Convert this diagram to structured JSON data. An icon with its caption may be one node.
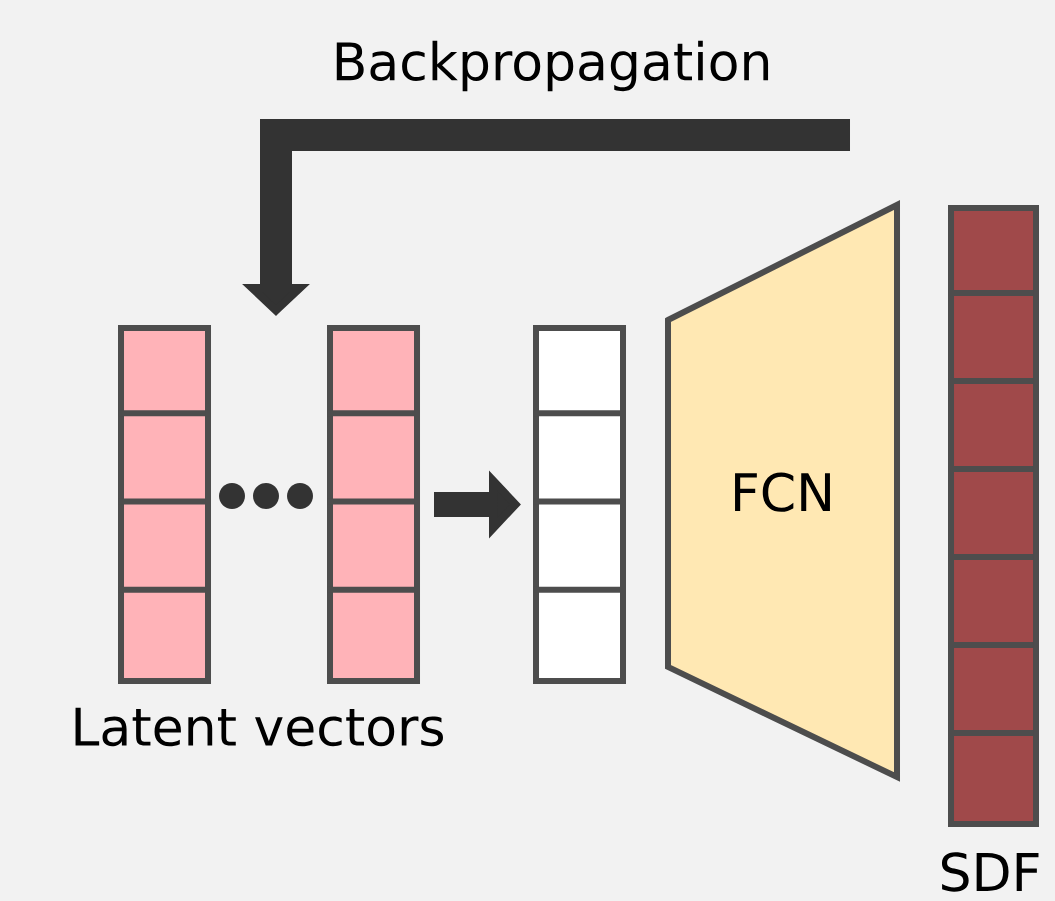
{
  "diagram": {
    "nodes": [
      {
        "text": [],
        "shape": "bar"
      },
      {
        "text": [],
        "shape": "bar"
      },
      {
        "text": [],
        "shape": "bar"
      },
      {
        "text": [
          "FCN"
        ]
      },
      {
        "text": [],
        "shape": "bar",
        "beside": [
          "SDF"
        ]
      }
    ],
    "edges": [
      {
        "from": null,
        "to": 0,
        "arrow": "to",
        "label": "Backpropagation"
      },
      {
        "from": 1,
        "to": 2,
        "arrow": "to"
      }
    ],
    "labels": [
      "Latent vectors"
    ]
  }
}
